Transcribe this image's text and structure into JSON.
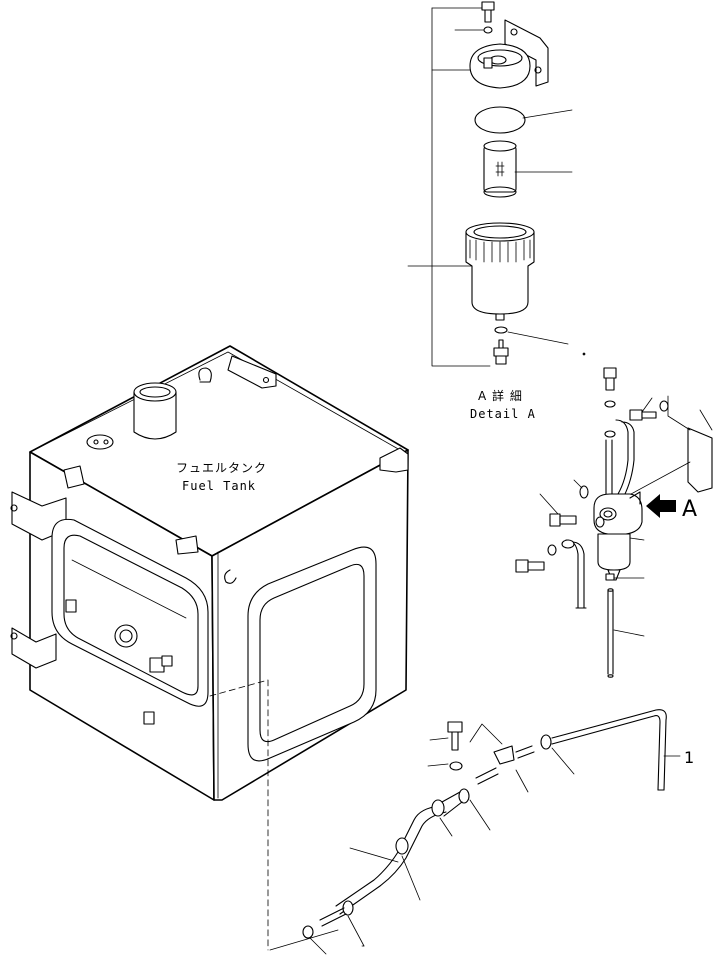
{
  "tank": {
    "label_jp": "フュエルタンク",
    "label_en": "Fuel Tank"
  },
  "detail": {
    "label_jp": "A 詳 細",
    "label_en": "Detail A",
    "marker": "A"
  },
  "callouts": {
    "fuel_line": "1"
  }
}
